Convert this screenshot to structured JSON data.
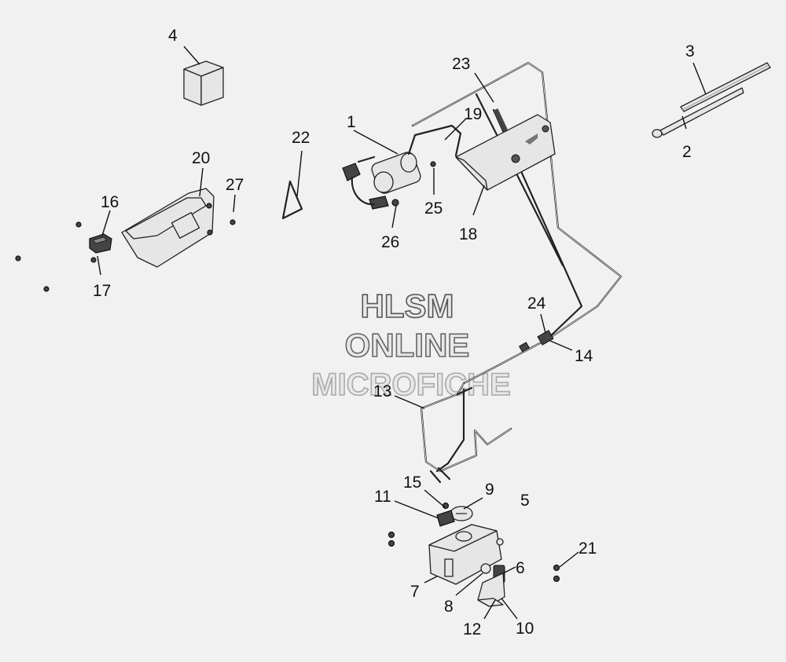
{
  "watermark": {
    "line1": "HLSM",
    "line2": "ONLINE",
    "line3": "MICROFICHE"
  },
  "callouts": {
    "c1": "1",
    "c2": "2",
    "c3": "3",
    "c4": "4",
    "c5": "5",
    "c6": "6",
    "c7": "7",
    "c8": "8",
    "c9": "9",
    "c10": "10",
    "c11": "11",
    "c12": "12",
    "c13": "13",
    "c14": "14",
    "c15": "15",
    "c16": "16",
    "c17": "17",
    "c18": "18",
    "c19": "19",
    "c20": "20",
    "c21": "21",
    "c22": "22",
    "c23": "23",
    "c24": "24",
    "c25": "25",
    "c26": "26",
    "c27": "27"
  },
  "colors": {
    "background": "#f1f1f1",
    "line": "#222222",
    "watermark_stroke": "#555555"
  }
}
